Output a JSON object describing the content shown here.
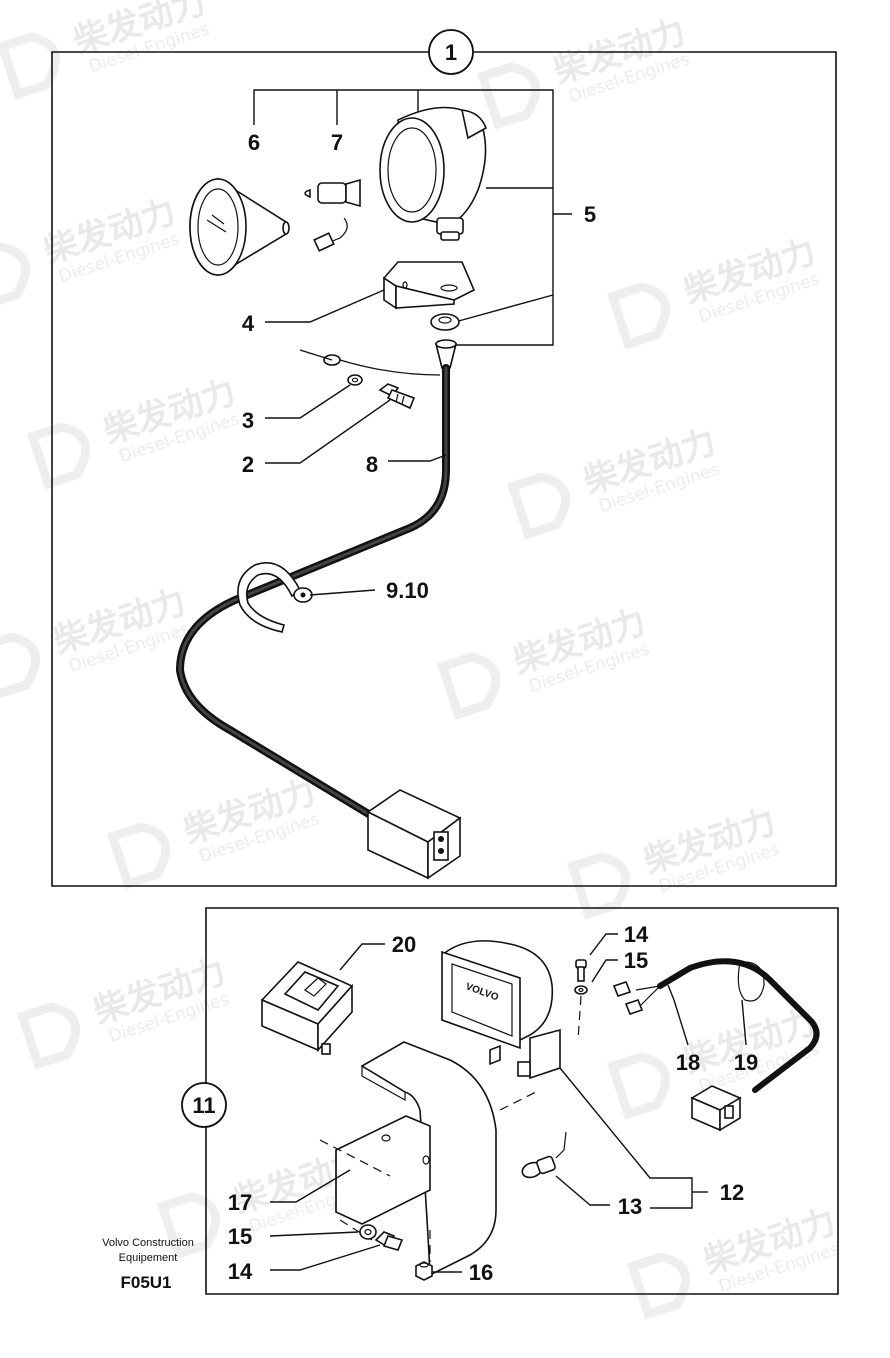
{
  "watermark": {
    "cn": "柴发动力",
    "en": "Diesel-Engines"
  },
  "section_top": {
    "bubble": "1"
  },
  "section_bottom": {
    "bubble": "11"
  },
  "callouts": {
    "c6": "6",
    "c7": "7",
    "c5": "5",
    "c4": "4",
    "c3": "3",
    "c2": "2",
    "c8": "8",
    "c910": "9.10",
    "c20": "20",
    "c14a": "14",
    "c15a": "15",
    "c18": "18",
    "c19": "19",
    "c12": "12",
    "c13": "13",
    "c17": "17",
    "c15b": "15",
    "c14b": "14",
    "c16": "16"
  },
  "lamp_brand": "VOLVO",
  "footer": {
    "line1": "Volvo Construction",
    "line2": "Equipement",
    "code": "F05U1"
  }
}
